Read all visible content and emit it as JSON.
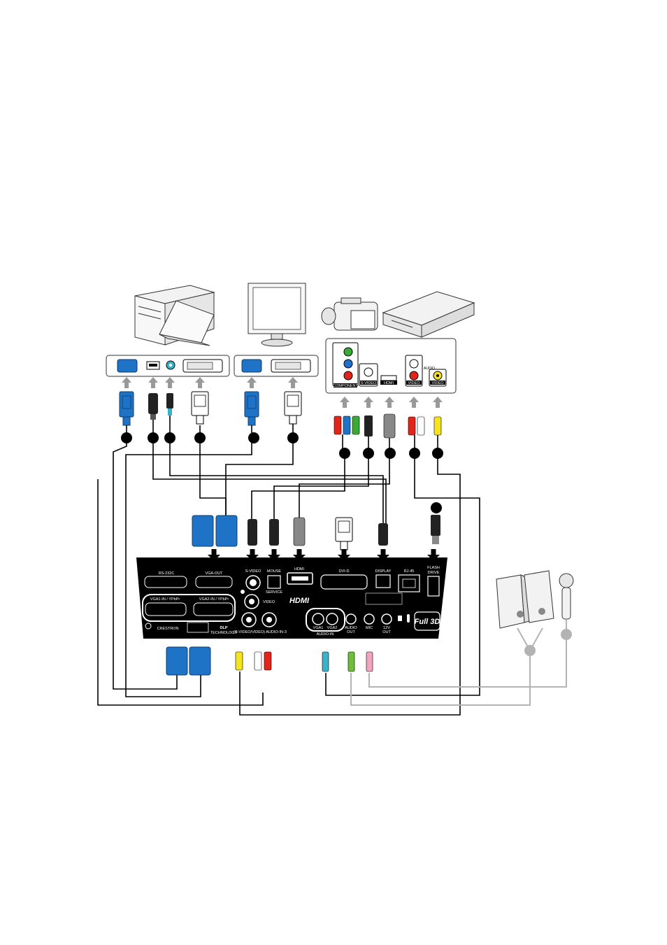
{
  "projector_labels": {
    "rs232": "RS-232C",
    "vga_out": "VGA-OUT",
    "vga1_in": "VGA1-IN / YPbPr",
    "vga2_in": "VGA2-IN / YPbPr",
    "svideo": "S-VIDEO",
    "video": "VIDEO",
    "mouse": "MOUSE",
    "service": "SERVICE",
    "hdmi": "HDMI",
    "hdmi_logo": "HDMI",
    "dvi": "DVI-D",
    "display": "DISPLAY",
    "rj45": "RJ-45",
    "flash_drive_1": "FLASH",
    "flash_drive_2": "DRIVE",
    "audio_in_3": "(S-VIDEO/VIDEO) AUDIO-IN-3",
    "audio_vga1": "VGA1",
    "audio_vga2": "VGA2",
    "audio_in_group": "AUDIO-IN",
    "audio_out_1": "AUDIO",
    "audio_out_2": "OUT",
    "mic": "MIC",
    "v12_1": "12V",
    "v12_2": "OUT",
    "crestron": "CRESTRON",
    "dlp": "DLP",
    "dlp_sub": "TECHNOLOGY",
    "full3d": "Full 3D"
  },
  "av_panel_labels": {
    "component": "COMPONENT",
    "svideo": "S-VIDEO",
    "hdmi": "HDMI",
    "video": "VIDEO",
    "audio": "AUDIO"
  },
  "colors": {
    "vga_blue": "#1f73c6",
    "rca_red": "#e0261b",
    "rca_green": "#3aa935",
    "rca_yellow": "#f5e31e",
    "jack_cyan": "#38b3c8",
    "jack_green": "#6fbd3b",
    "jack_pink": "#f2a6bd",
    "panel_black": "#000000",
    "grey_arrow": "#999999",
    "grey_line": "#b3b3b3"
  }
}
